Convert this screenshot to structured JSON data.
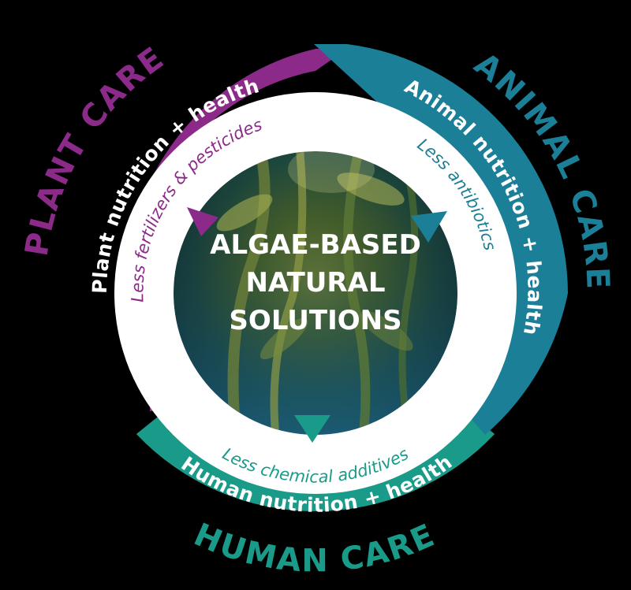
{
  "colors": {
    "plant": "#8c2a8a",
    "animal": "#1b7f97",
    "human": "#1a9b8a",
    "background": "#000000",
    "ring": "#ffffff"
  },
  "center": {
    "line1": "ALGAE-BASED",
    "line2": "NATURAL",
    "line3": "SOLUTIONS"
  },
  "sections": {
    "plant": {
      "outer": "PLANT CARE",
      "band": "Plant nutrition + health",
      "inner": "Less fertilizers & pesticides"
    },
    "animal": {
      "outer": "ANIMAL CARE",
      "band": "Animal nutrition + health",
      "inner": "Less antibiotics"
    },
    "human": {
      "outer": "HUMAN CARE",
      "band": "Human nutrition + health",
      "inner": "Less chemical additives"
    }
  }
}
